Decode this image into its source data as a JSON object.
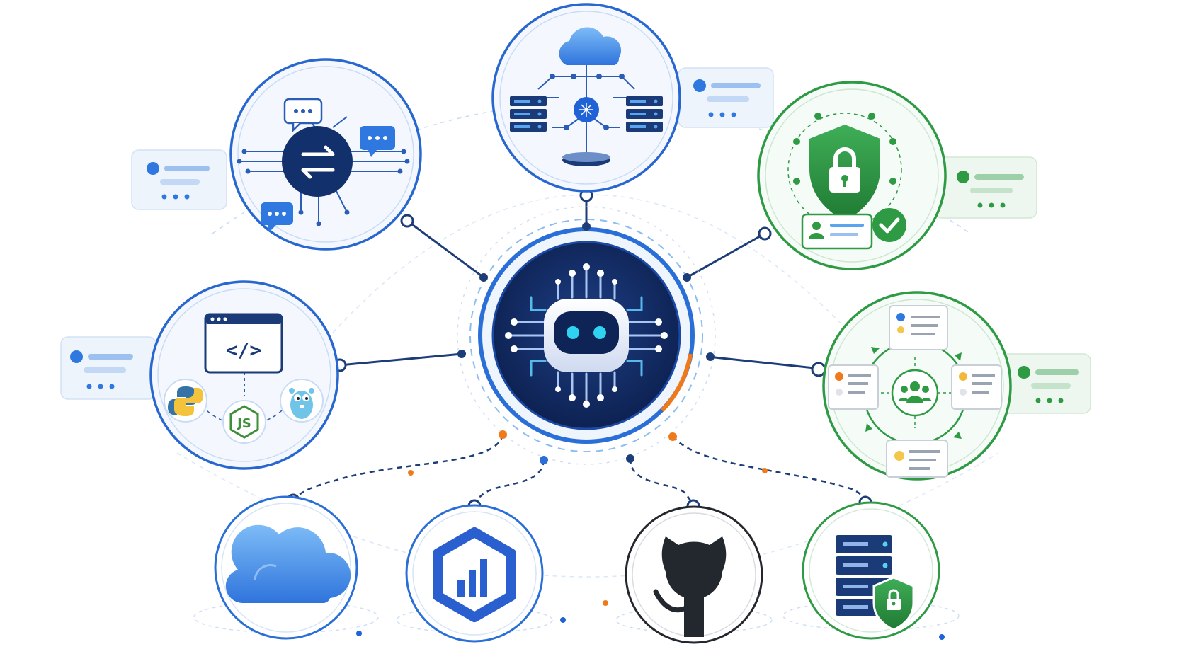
{
  "diagram": {
    "hub": {
      "icon": "robot-chip-icon",
      "status_accent": "#f07a1a"
    },
    "satellites": [
      {
        "id": "messaging",
        "icon": "message-exchange-icon",
        "theme": "blue",
        "has_info_card": true
      },
      {
        "id": "cloud-network",
        "icon": "cloud-server-network-icon",
        "theme": "blue",
        "has_info_card": true
      },
      {
        "id": "security",
        "icon": "shield-lock-icon",
        "theme": "green",
        "has_info_card": true
      },
      {
        "id": "code",
        "icon": "code-window-icon",
        "theme": "blue",
        "has_info_card": true,
        "code_glyph": "</>",
        "language_badges": [
          "python-icon",
          "nodejs-icon",
          "go-gopher-icon"
        ],
        "nodejs_text": "JS"
      },
      {
        "id": "collaboration",
        "icon": "team-cycle-icon",
        "theme": "green",
        "has_info_card": true
      },
      {
        "id": "cloud",
        "icon": "cloud-icon",
        "theme": "blue"
      },
      {
        "id": "analytics",
        "icon": "bar-chart-hexagon-icon",
        "theme": "blue"
      },
      {
        "id": "github",
        "icon": "github-octocat-icon",
        "theme": "dark"
      },
      {
        "id": "secure-server",
        "icon": "server-lock-icon",
        "theme": "green"
      }
    ],
    "colors": {
      "navy": "#0f2a5c",
      "blue": "#1f63d6",
      "light_blue": "#5aa4f0",
      "green": "#2e9a44",
      "dark": "#23272e",
      "orange": "#f07a1a"
    }
  }
}
